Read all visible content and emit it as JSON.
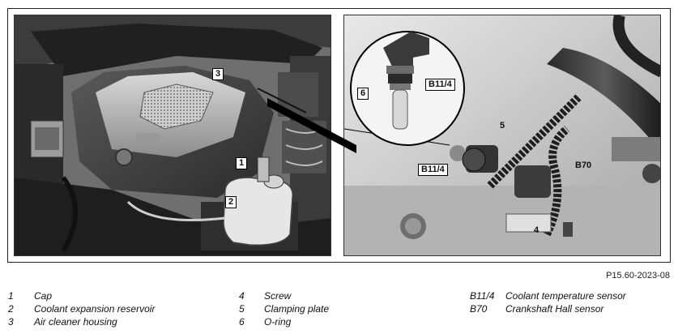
{
  "figure": {
    "left_callouts": [
      "3",
      "1",
      "2"
    ],
    "right_callouts": [
      "6",
      "B11/4",
      "5",
      "B11/4",
      "B70",
      "4"
    ],
    "reference_code": "P15.60-2023-08"
  },
  "legend": {
    "col1": [
      {
        "num": "1",
        "text": "Cap"
      },
      {
        "num": "2",
        "text": "Coolant expansion reservoir"
      },
      {
        "num": "3",
        "text": "Air cleaner housing"
      }
    ],
    "col2": [
      {
        "num": "4",
        "text": "Screw"
      },
      {
        "num": "5",
        "text": "Clamping plate"
      },
      {
        "num": "6",
        "text": "O-ring"
      }
    ],
    "col3": [
      {
        "num": "B11/4",
        "text": "Coolant temperature sensor"
      },
      {
        "num": "B70",
        "text": "Crankshaft Hall sensor"
      }
    ]
  }
}
